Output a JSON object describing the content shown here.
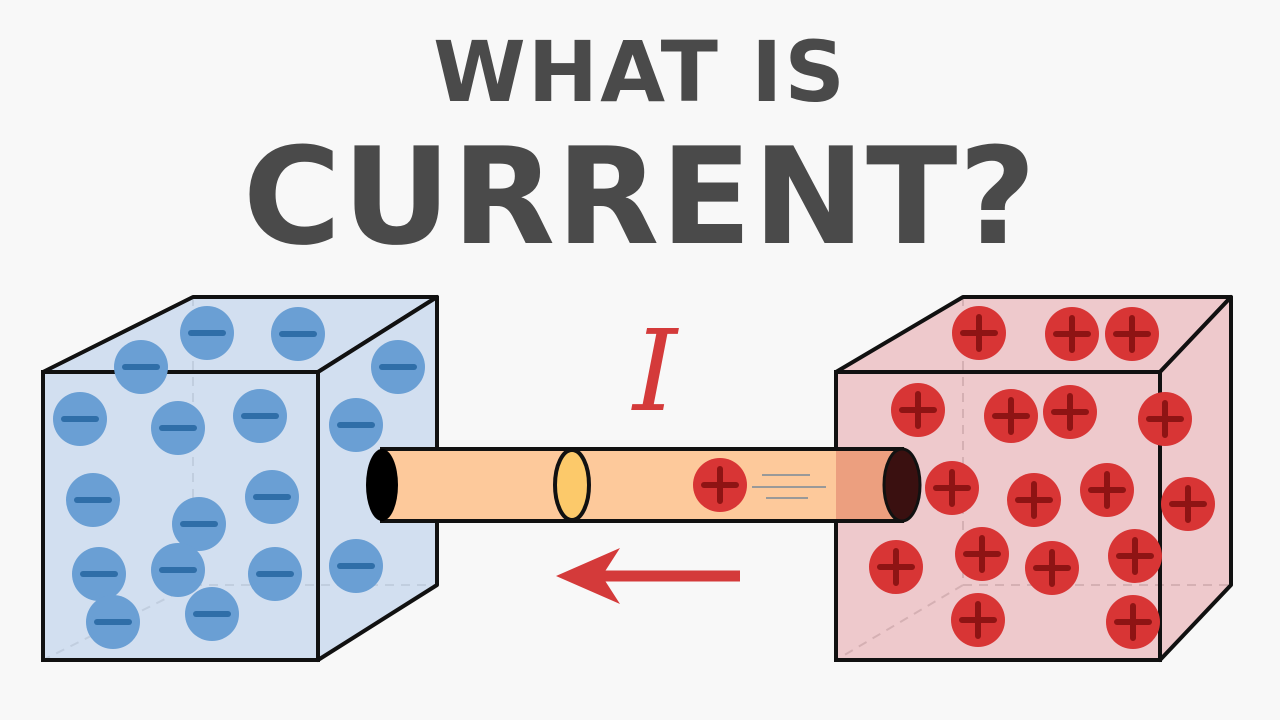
{
  "title": {
    "line1": "WHAT IS",
    "line2": "CURRENT?"
  },
  "current_symbol": "I",
  "colors": {
    "title_text": "#4a4a4a",
    "negative_box_fill": "#cddcee",
    "positive_box_fill": "#ecc1c4",
    "electron": "#6a9fd4",
    "electron_sign": "#2f6ea8",
    "proton": "#d83535",
    "proton_sign": "#8e1414",
    "wire": "#fdc99b",
    "arrow": "#d43a3a",
    "cross_section": "#fcc96a"
  },
  "icons": {
    "negative_charge": "minus-charge-icon",
    "positive_charge": "plus-charge-icon",
    "direction_arrow": "left-arrow-icon"
  }
}
